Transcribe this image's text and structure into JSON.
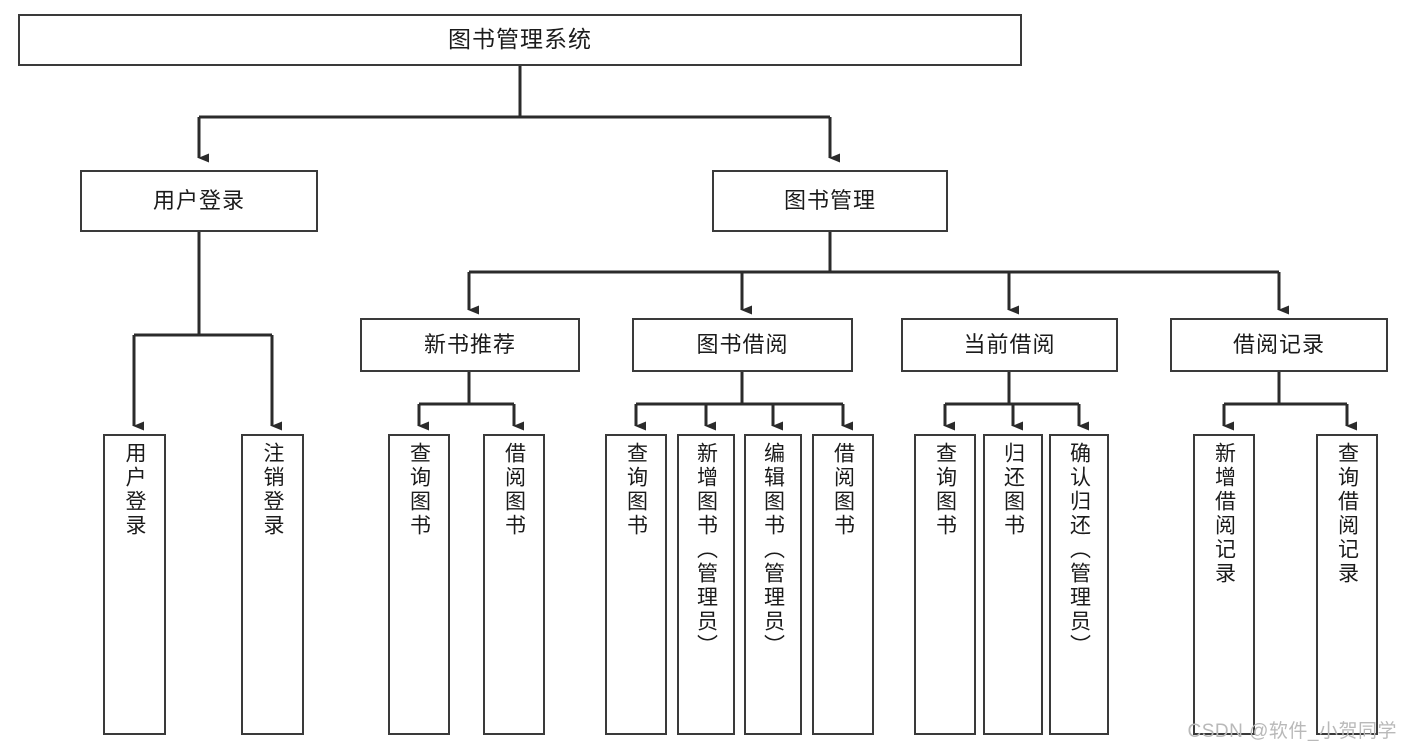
{
  "diagram": {
    "title": "图书管理系统",
    "type": "tree-hierarchy-chart",
    "watermark": "CSDN @软件_小贺同学",
    "colors": {
      "box_border": "#3a3a3a",
      "box_fill": "#ffffff",
      "connector": "#2b2b2b",
      "text": "#1b1b1b",
      "watermark": "#b9b9b9",
      "background": "#ffffff"
    },
    "levels": {
      "root": {
        "id": "root",
        "label": "图书管理系统"
      },
      "level2": [
        {
          "id": "user-login",
          "label": "用户登录"
        },
        {
          "id": "book-management",
          "label": "图书管理"
        }
      ],
      "level3": [
        {
          "id": "new-book-recommend",
          "label": "新书推荐",
          "parent": "book-management"
        },
        {
          "id": "book-borrow",
          "label": "图书借阅",
          "parent": "book-management"
        },
        {
          "id": "current-borrow",
          "label": "当前借阅",
          "parent": "book-management"
        },
        {
          "id": "borrow-record",
          "label": "借阅记录",
          "parent": "book-management"
        }
      ],
      "leaves": [
        {
          "id": "leaf-user-login",
          "label": "用户登录",
          "parent": "user-login"
        },
        {
          "id": "leaf-logout-login",
          "label": "注销登录",
          "parent": "user-login"
        },
        {
          "id": "leaf-query-book-1",
          "label": "查询图书",
          "parent": "new-book-recommend"
        },
        {
          "id": "leaf-borrow-book-1",
          "label": "借阅图书",
          "parent": "new-book-recommend"
        },
        {
          "id": "leaf-query-book-2",
          "label": "查询图书",
          "parent": "book-borrow"
        },
        {
          "id": "leaf-add-book",
          "label": "新增图书（管理员）",
          "parent": "book-borrow"
        },
        {
          "id": "leaf-edit-book",
          "label": "编辑图书（管理员）",
          "parent": "book-borrow"
        },
        {
          "id": "leaf-borrow-book-2",
          "label": "借阅图书",
          "parent": "book-borrow"
        },
        {
          "id": "leaf-query-book-3",
          "label": "查询图书",
          "parent": "current-borrow"
        },
        {
          "id": "leaf-return-book",
          "label": "归还图书",
          "parent": "current-borrow"
        },
        {
          "id": "leaf-confirm-return",
          "label": "确认归还（管理员）",
          "parent": "current-borrow"
        },
        {
          "id": "leaf-add-record",
          "label": "新增借阅记录",
          "parent": "borrow-record"
        },
        {
          "id": "leaf-query-record",
          "label": "查询借阅记录",
          "parent": "borrow-record"
        }
      ]
    }
  }
}
